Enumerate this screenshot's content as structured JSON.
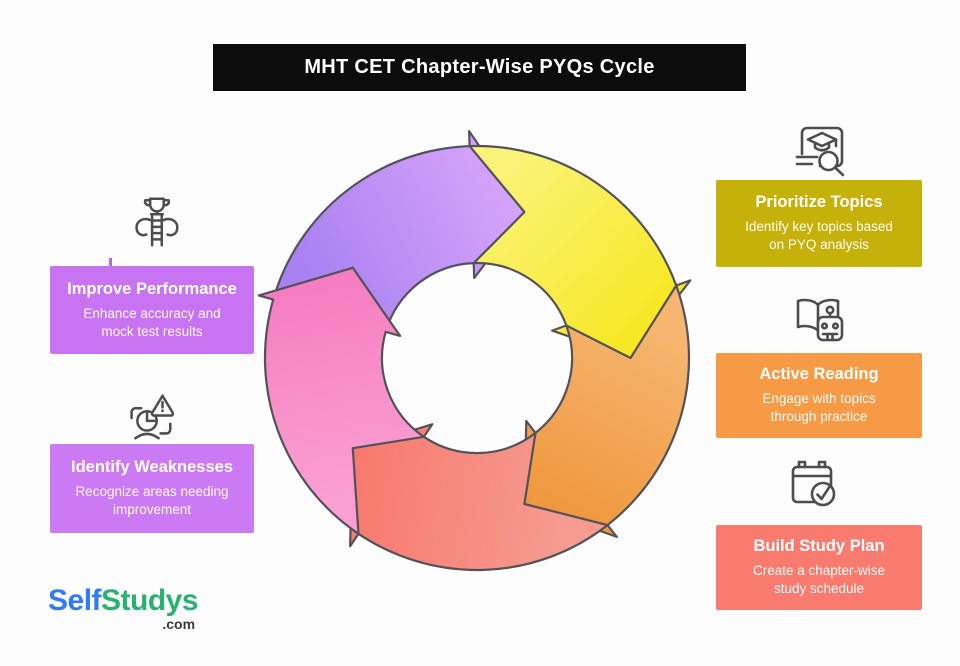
{
  "page": {
    "background": "#fdfdfd"
  },
  "title_bar": {
    "text": "MHT CET Chapter-Wise PYQs Cycle",
    "bg": "#0c0c0c",
    "color": "#ffffff"
  },
  "right_cards": [
    {
      "title": "Prioritize Topics",
      "description": "Identify key topics based\non PYQ analysis",
      "bg": "#c6b00a",
      "icon": "graduation-cap-search-icon"
    },
    {
      "title": "Active Reading",
      "description": "Engage with topics\nthrough practice",
      "bg": "#f69a45",
      "icon": "book-robot-icon"
    },
    {
      "title": "Build Study Plan",
      "description": "Create a chapter-wise\nstudy schedule",
      "bg": "#f97a6f",
      "icon": "calendar-check-icon"
    }
  ],
  "left_cards": [
    {
      "title": "Improve Performance",
      "description": "Enhance accuracy and\nmock test results",
      "bg": "#c873f2",
      "icon": "ladder-trophy-cloud-icon"
    },
    {
      "title": "Identify Weaknesses",
      "description": "Recognize areas needing\nimprovement",
      "bg": "#cb7af4",
      "icon": "face-alert-icon"
    }
  ],
  "cycle": {
    "stroke": "#52525a",
    "arrows": [
      {
        "name": "purple",
        "tip_angle": 72,
        "from": "#a981f1",
        "to": "#d7a4fa"
      },
      {
        "name": "yellow",
        "tip_angle": 0,
        "from": "#fbf377",
        "to": "#f6e71f"
      },
      {
        "name": "orange",
        "tip_angle": -72,
        "from": "#f6b671",
        "to": "#ef973c"
      },
      {
        "name": "salmon",
        "tip_angle": -144,
        "from": "#f59b90",
        "to": "#f8796d"
      },
      {
        "name": "pink",
        "tip_angle": 144,
        "from": "#fa9fd3",
        "to": "#f67cbf"
      }
    ]
  },
  "logo": {
    "part1": "Self",
    "part2": "Studys",
    "part1_color": "#2e7cf2",
    "part2_color": "#27b26e",
    "suffix": ".com"
  }
}
